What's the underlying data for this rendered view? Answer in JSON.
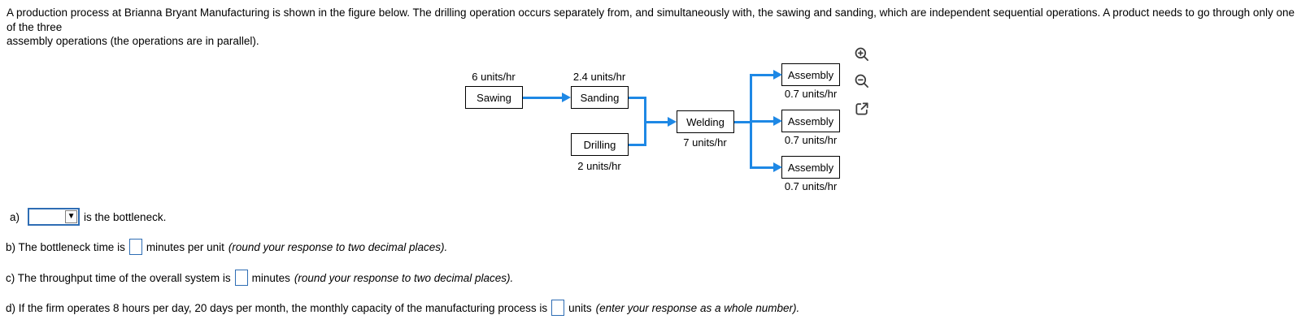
{
  "intro": {
    "lines": [
      "A production process at Brianna Bryant Manufacturing is shown in the figure below. The drilling operation occurs separately from, and simultaneously with, the sawing and sanding, which are independent sequential operations. A product needs to go through only one of the three",
      "assembly operations (the operations are in parallel)."
    ]
  },
  "diagram": {
    "nodes": {
      "sawing": {
        "label": "Sawing",
        "rate": "6 units/hr"
      },
      "sanding": {
        "label": "Sanding",
        "rate": "2.4 units/hr"
      },
      "drilling": {
        "label": "Drilling",
        "rate": "2 units/hr"
      },
      "welding": {
        "label": "Welding",
        "rate": "7 units/hr"
      },
      "assembly_top": {
        "label": "Assembly",
        "rate": "0.7 units/hr"
      },
      "assembly_middle": {
        "label": "Assembly",
        "rate": "0.7 units/hr"
      },
      "assembly_bottom": {
        "label": "Assembly",
        "rate": "0.7 units/hr"
      }
    }
  },
  "figure_toolbar": {
    "icons": [
      "zoom-in",
      "zoom-out",
      "open-in-new"
    ]
  },
  "questions": {
    "a": {
      "prefix": "a)",
      "select_value": "",
      "suffix": "is the bottleneck."
    },
    "b": {
      "pre": "b) The bottleneck time is",
      "input_value": "",
      "mid": "minutes per unit",
      "note": "(round your response to two decimal places)."
    },
    "c": {
      "pre": "c) The throughput time of the overall system is",
      "input_value": "",
      "mid": "minutes",
      "note": "(round your response to two decimal places)."
    },
    "d": {
      "pre": "d) If the firm operates 8 hours per day, 20 days per month, the monthly capacity of the manufacturing process is",
      "input_value": "",
      "mid": "units",
      "note": "(enter your response as a whole number)."
    }
  },
  "colors": {
    "arrow": "#1e88e5",
    "input_border": "#2e6db4",
    "box_border": "#000000",
    "text": "#000000"
  }
}
